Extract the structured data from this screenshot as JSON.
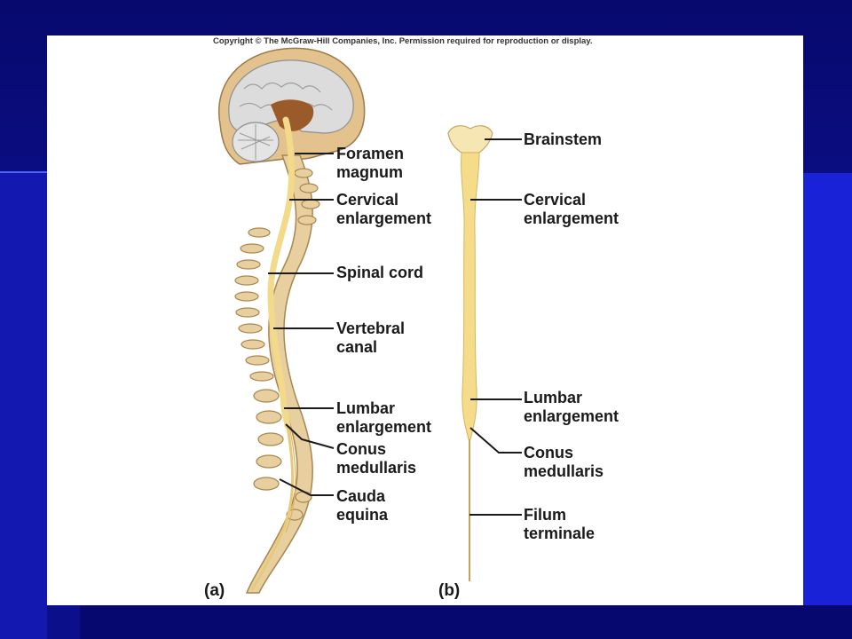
{
  "copyright": "Copyright © The McGraw-Hill Companies, Inc. Permission required for reproduction or display.",
  "panels": {
    "a": {
      "tag": "(a)",
      "labels": [
        "Foramen\nmagnum",
        "Cervical\nenlargement",
        "Spinal cord",
        "Vertebral\ncanal",
        "Lumbar\nenlargement",
        "Conus\nmedullaris",
        "Cauda\nequina"
      ]
    },
    "b": {
      "tag": "(b)",
      "labels": [
        "Brainstem",
        "Cervical\nenlargement",
        "Lumbar\nenlargement",
        "Conus\nmedullaris",
        "Filum\nterminale"
      ]
    }
  },
  "colors": {
    "background": "#0b0f8a",
    "bone": "#e6c99a",
    "cord": "#f5dc8a",
    "brain": "#d9d9d9"
  }
}
